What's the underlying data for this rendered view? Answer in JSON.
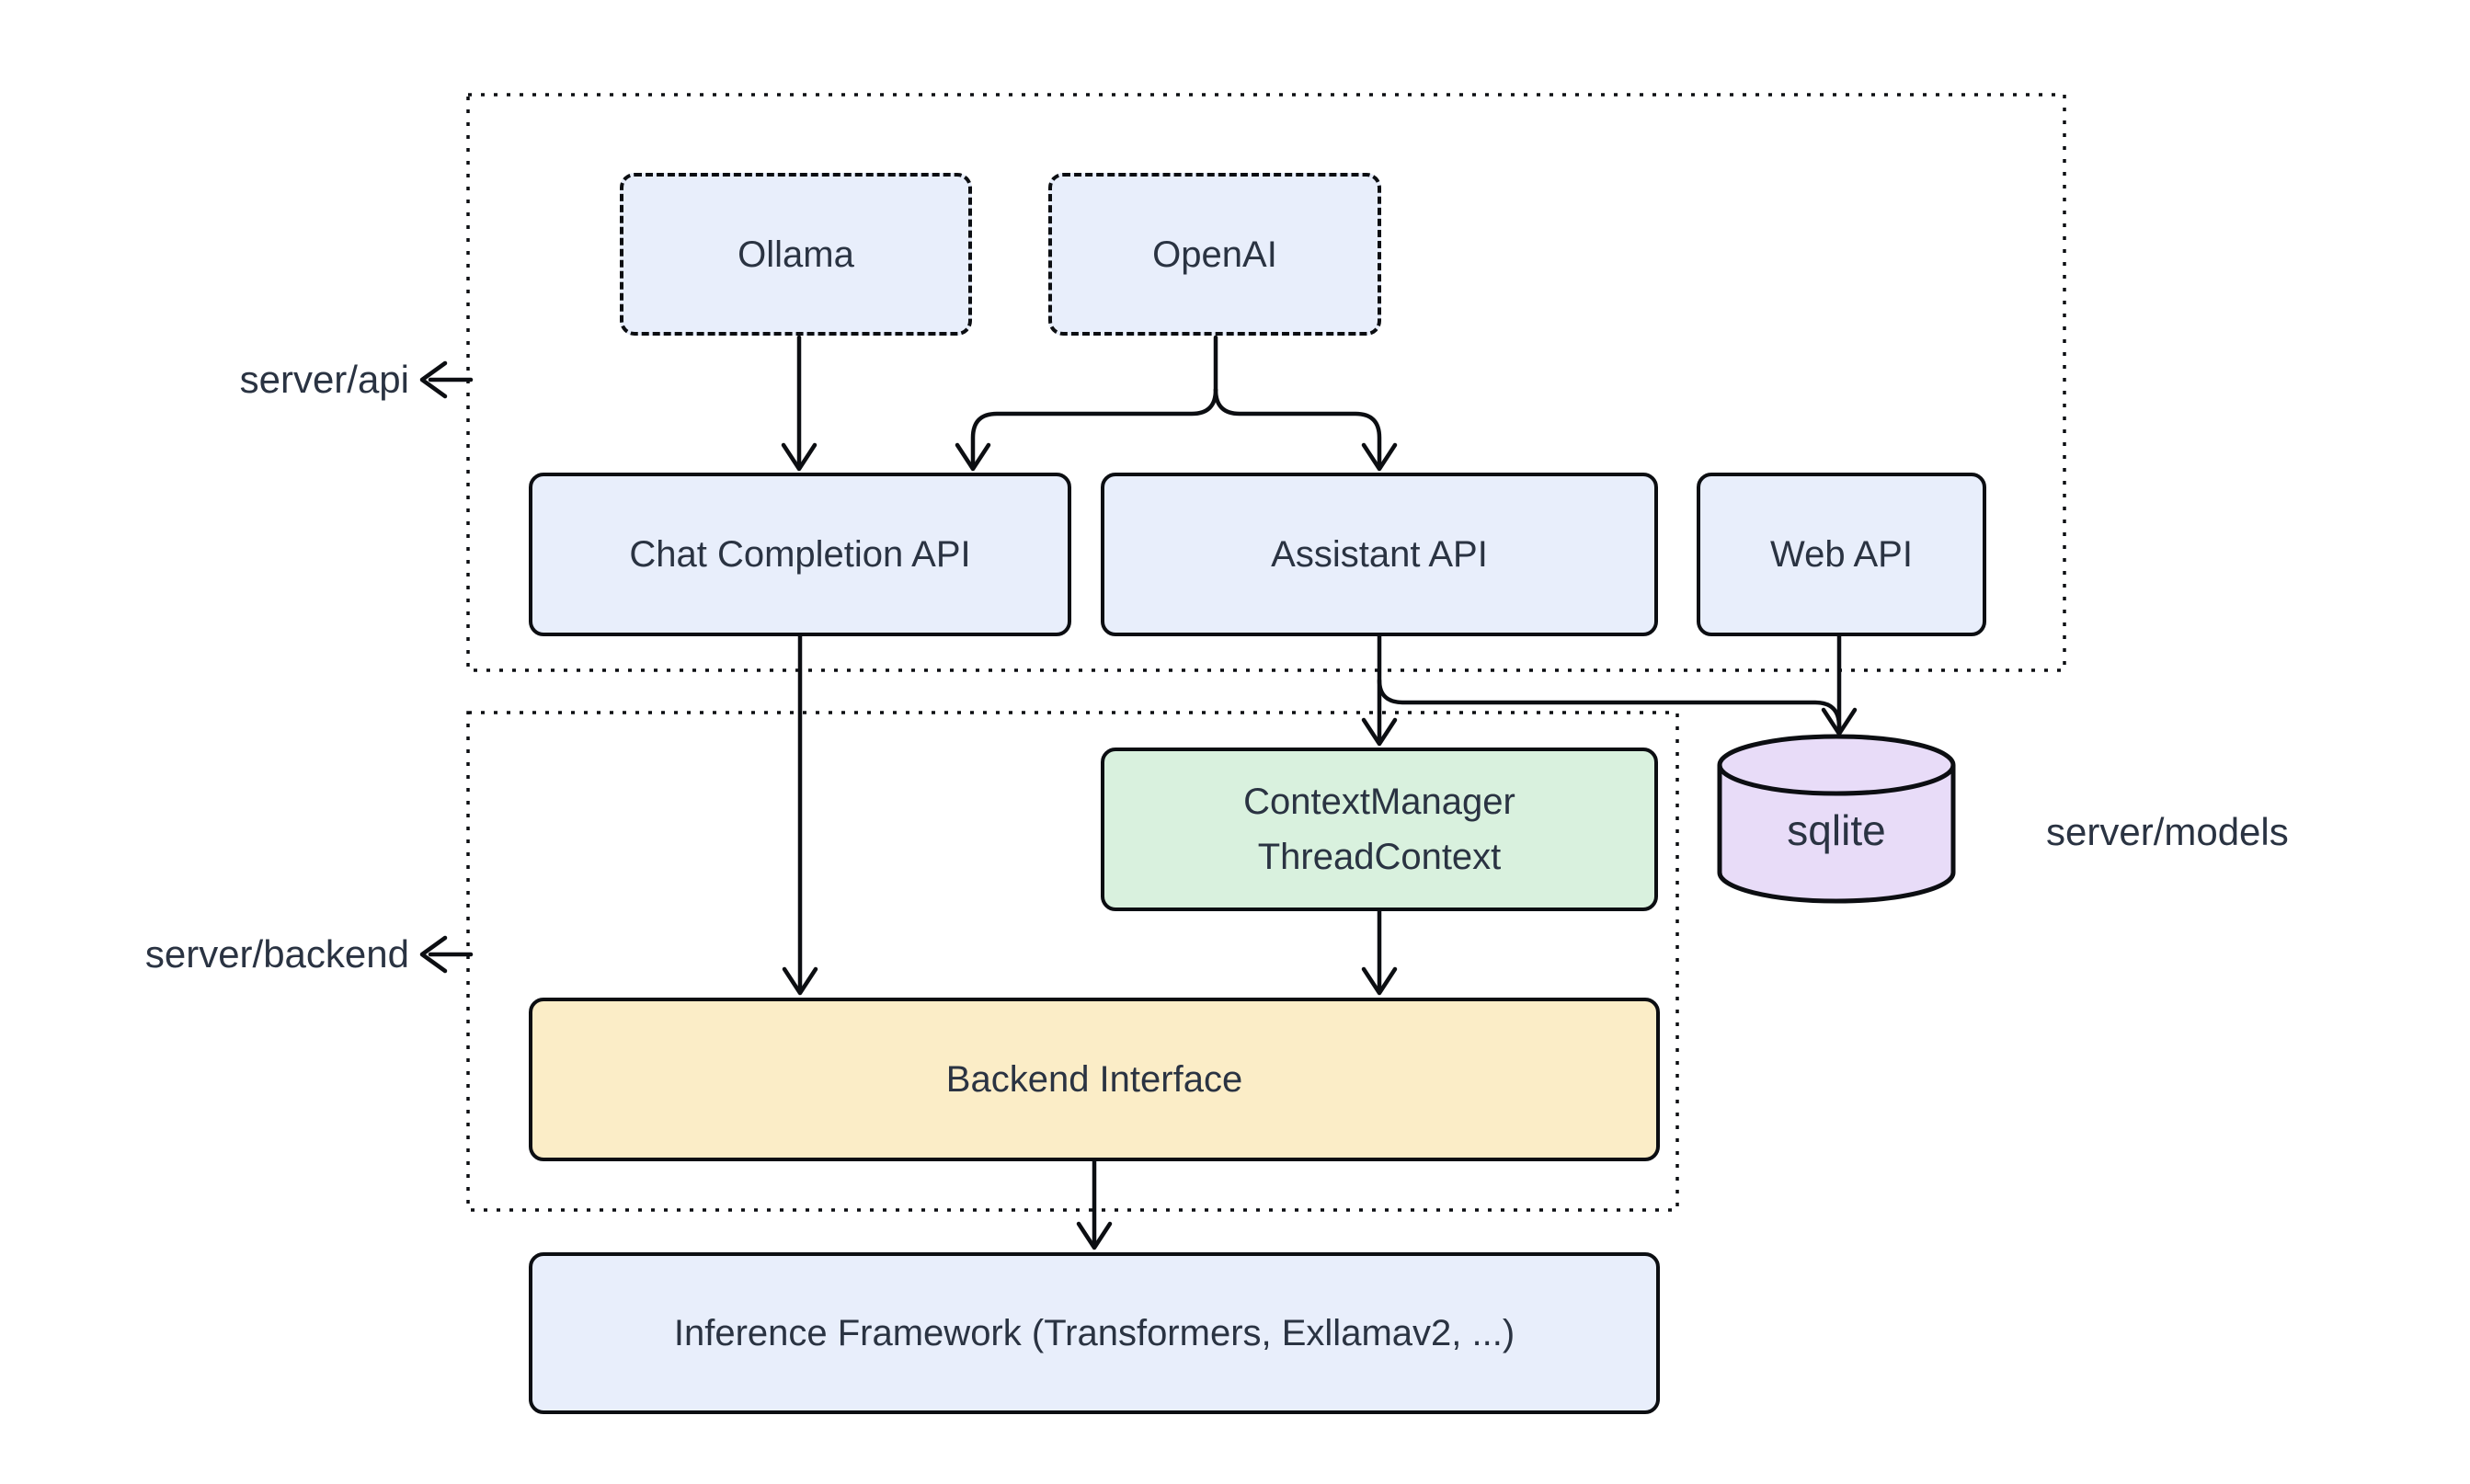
{
  "diagram": {
    "containers": {
      "server_api": {
        "label": "server/api"
      },
      "server_backend": {
        "label": "server/backend"
      },
      "server_models": {
        "label": "server/models"
      }
    },
    "nodes": {
      "ollama": {
        "label": "Ollama"
      },
      "openai": {
        "label": "OpenAI"
      },
      "chat_completion_api": {
        "label": "Chat Completion API"
      },
      "assistant_api": {
        "label": "Assistant API"
      },
      "web_api": {
        "label": "Web API"
      },
      "context_manager": {
        "line1": "ContextManager",
        "line2": "ThreadContext"
      },
      "sqlite": {
        "label": "sqlite"
      },
      "backend_interface": {
        "label": "Backend Interface"
      },
      "inference_framework": {
        "label": "Inference Framework (Transformers, Exllamav2, ...)"
      }
    },
    "colors": {
      "node_blue": "#e8eefb",
      "node_green": "#d9f1de",
      "node_yellow": "#fbedc7",
      "node_purple": "#e8dcf8",
      "stroke": "#0c0e12",
      "text": "#2a3342"
    }
  }
}
